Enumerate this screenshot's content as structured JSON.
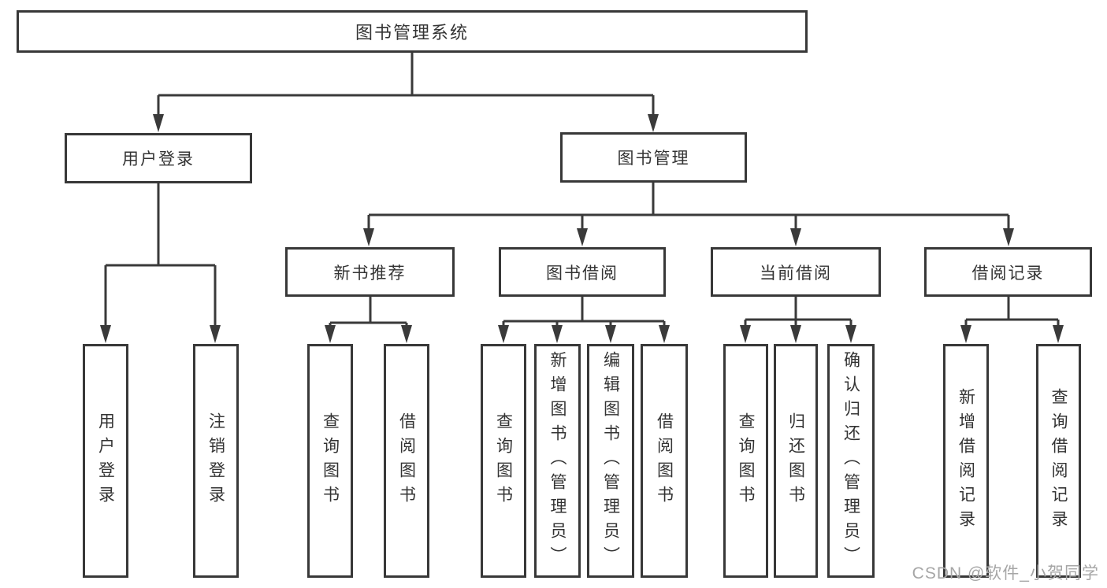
{
  "tree": {
    "root": {
      "label": "图书管理系统",
      "children": [
        {
          "label": "用户登录",
          "children": [
            {
              "label": "用户登录"
            },
            {
              "label": "注销登录"
            }
          ]
        },
        {
          "label": "图书管理",
          "children": [
            {
              "label": "新书推荐",
              "children": [
                {
                  "label": "查询图书"
                },
                {
                  "label": "借阅图书"
                }
              ]
            },
            {
              "label": "图书借阅",
              "children": [
                {
                  "label": "查询图书"
                },
                {
                  "label": "新增图书（管理员）"
                },
                {
                  "label": "编辑图书（管理员）"
                },
                {
                  "label": "借阅图书"
                }
              ]
            },
            {
              "label": "当前借阅",
              "children": [
                {
                  "label": "查询图书"
                },
                {
                  "label": "归还图书"
                },
                {
                  "label": "确认归还（管理员）"
                }
              ]
            },
            {
              "label": "借阅记录",
              "children": [
                {
                  "label": "新增借阅记录"
                },
                {
                  "label": "查询借阅记录"
                }
              ]
            }
          ]
        }
      ]
    }
  },
  "watermark": {
    "text": "CSDN @软件_小贺同学"
  },
  "colors": {
    "line": "#3a3a3a",
    "box_border": "#383838",
    "text": "#333333",
    "watermark": "#a6a6a6",
    "background": "#ffffff"
  }
}
